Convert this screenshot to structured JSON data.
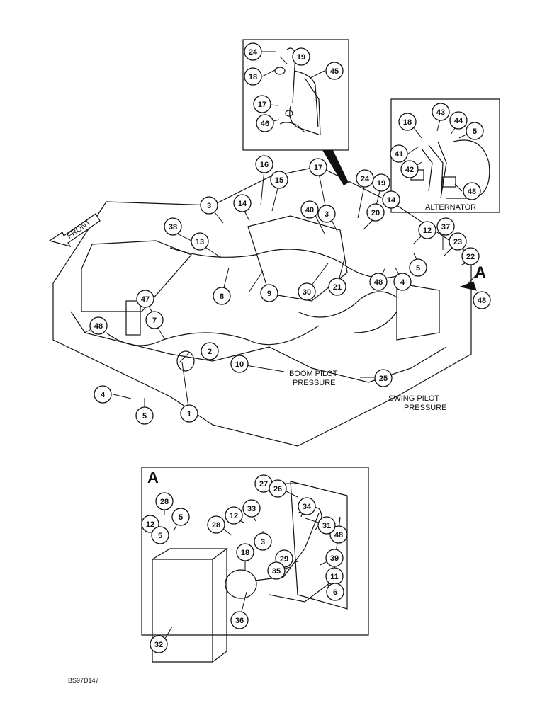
{
  "figure_id": "BS97D147",
  "view_marker": "A",
  "texts": {
    "front": "FRONT",
    "alternator": "ALTERNATOR",
    "boom_pilot": "BOOM PILOT\nPRESSURE",
    "swing_pilot": "SWING PILOT\nPRESSURE"
  },
  "callouts": [
    "24",
    "19",
    "18",
    "45",
    "17",
    "46",
    "18",
    "43",
    "44",
    "5",
    "41",
    "42",
    "48",
    "16",
    "15",
    "17",
    "24",
    "19",
    "14",
    "20",
    "3",
    "14",
    "40",
    "3",
    "38",
    "13",
    "8",
    "9",
    "12",
    "37",
    "23",
    "22",
    "5",
    "4",
    "48",
    "48",
    "30",
    "21",
    "47",
    "48",
    "7",
    "2",
    "10",
    "25",
    "4",
    "5",
    "1",
    "27",
    "26",
    "28",
    "5",
    "12",
    "33",
    "34",
    "48",
    "12",
    "5",
    "28",
    "3",
    "31",
    "18",
    "29",
    "39",
    "11",
    "35",
    "6",
    "36",
    "32"
  ],
  "colors": {
    "ink": "#111111",
    "paper": "#ffffff"
  }
}
